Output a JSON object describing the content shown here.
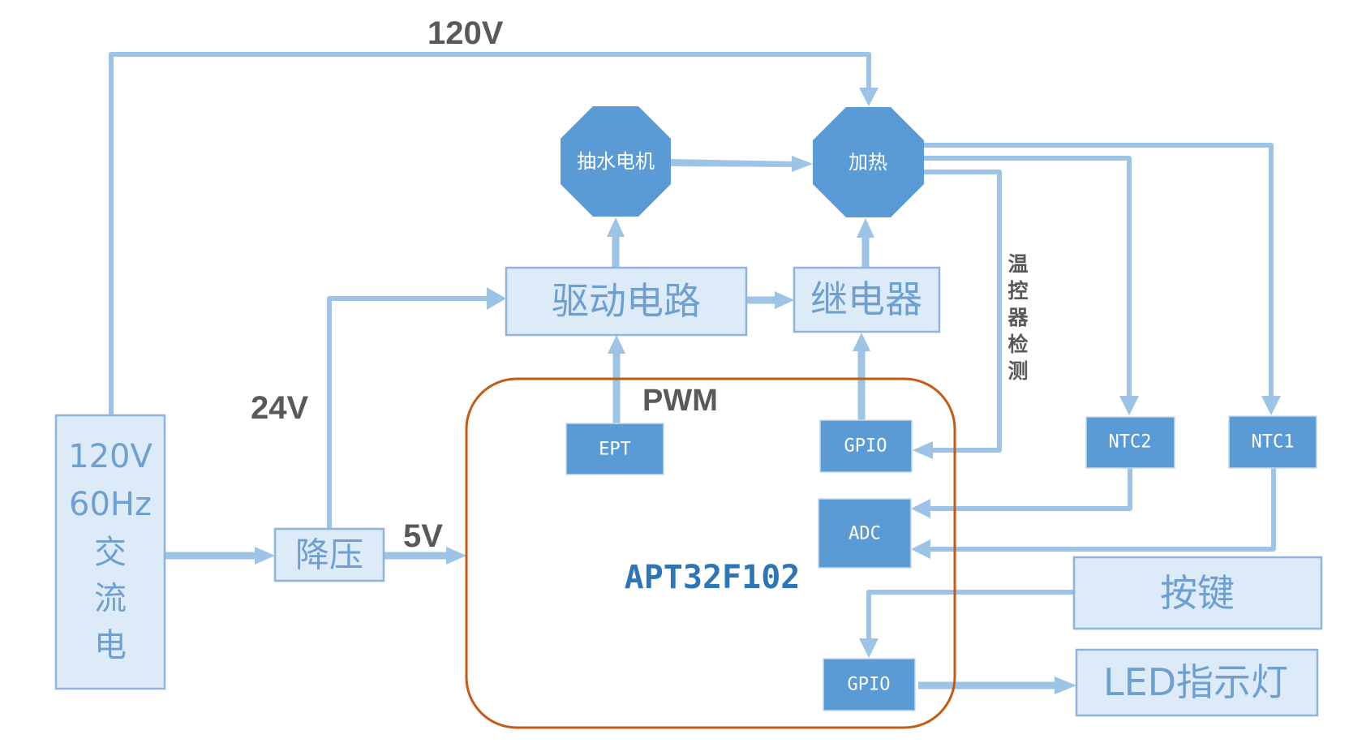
{
  "diagram": {
    "title": "APT32F102 system block diagram",
    "colors": {
      "wire": "#9dc3e6",
      "light_box_fill": "#ddeaf7",
      "light_box_border": "#8fb4de",
      "light_box_text": "#6e9fd1",
      "dark_box_fill": "#5b9bd5",
      "mcu_border": "#c55a11",
      "mcu_text": "#2e75b6",
      "label_text": "#595959"
    },
    "labels": {
      "v120_top": "120V",
      "v24": "24V",
      "v5": "5V",
      "pwm": "PWM",
      "thermostat_detect": [
        "温",
        "控",
        "器",
        "检",
        "测"
      ]
    },
    "power_source": {
      "lines": [
        "120V",
        "60Hz",
        "交",
        "流",
        "电"
      ]
    },
    "blocks": {
      "step_down": "降压",
      "drive_circuit": "驱动电路",
      "relay": "继电器",
      "pump_motor": "抽水电机",
      "heater": "加热",
      "key": "按键",
      "led": "LED指示灯",
      "ntc1": "NTC1",
      "ntc2": "NTC2"
    },
    "mcu": {
      "name": "APT32F102",
      "peripherals": {
        "ept": "EPT",
        "gpio_relay": "GPIO",
        "adc": "ADC",
        "gpio_io": "GPIO"
      }
    },
    "connections": [
      {
        "from": "120V 60Hz 交流电",
        "to": "加热",
        "label": "120V"
      },
      {
        "from": "120V 60Hz 交流电",
        "to": "降压"
      },
      {
        "from": "降压",
        "to": "驱动电路",
        "label": "24V"
      },
      {
        "from": "降压",
        "to": "APT32F102",
        "label": "5V"
      },
      {
        "from": "EPT",
        "to": "驱动电路",
        "label": "PWM"
      },
      {
        "from": "驱动电路",
        "to": "抽水电机"
      },
      {
        "from": "驱动电路",
        "to": "继电器"
      },
      {
        "from": "GPIO",
        "to": "继电器"
      },
      {
        "from": "继电器",
        "to": "加热"
      },
      {
        "from": "抽水电机",
        "to": "加热"
      },
      {
        "from": "加热",
        "to": "GPIO",
        "label": "温控器检测"
      },
      {
        "from": "加热",
        "to": "NTC2"
      },
      {
        "from": "加热",
        "to": "NTC1"
      },
      {
        "from": "NTC2",
        "to": "ADC"
      },
      {
        "from": "NTC1",
        "to": "ADC"
      },
      {
        "from": "按键",
        "to": "GPIO"
      },
      {
        "from": "GPIO",
        "to": "LED指示灯"
      }
    ]
  }
}
